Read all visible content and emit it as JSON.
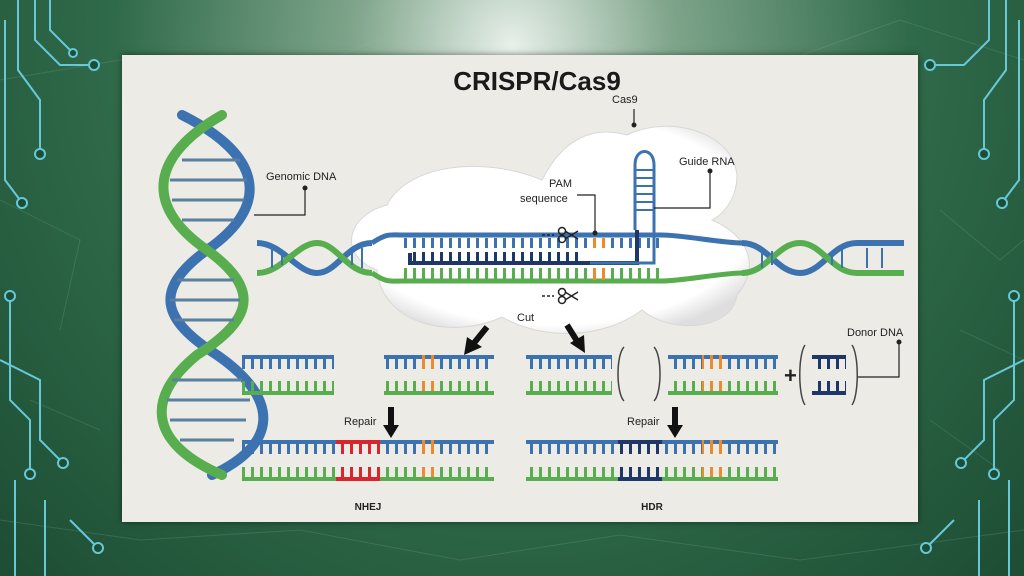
{
  "diagram": {
    "title": "CRISPR/Cas9",
    "labels": {
      "cas9": "Cas9",
      "guide_rna": "Guide RNA",
      "genomic_dna": "Genomic DNA",
      "pam_line1": "PAM",
      "pam_line2": "sequence",
      "cut": "Cut",
      "donor_dna": "Donor DNA",
      "repair_left": "Repair",
      "repair_right": "Repair",
      "nhej": "NHEJ",
      "hdr": "HDR",
      "plus": "+"
    }
  },
  "colors": {
    "strand_blue": "#3d72b0",
    "strand_green": "#58ad4e",
    "dark_navy": "#1e3768",
    "pam_orange": "#ef8a2c",
    "indel_red": "#d7262e",
    "background_green": "#2f6a4a",
    "circuit_cyan": "#66c8d8"
  }
}
